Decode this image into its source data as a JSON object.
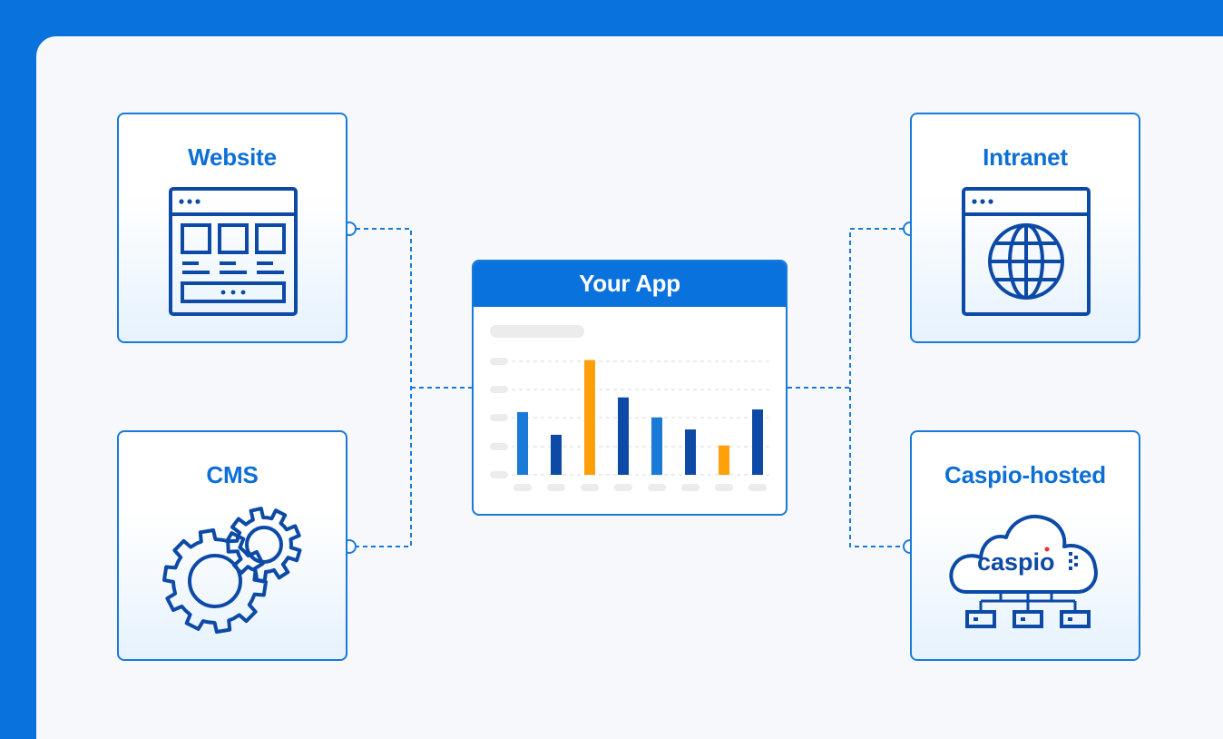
{
  "nodes": {
    "website": {
      "title": "Website",
      "icon": "browser-layout-icon"
    },
    "cms": {
      "title": "CMS",
      "icon": "gears-icon"
    },
    "intranet": {
      "title": "Intranet",
      "icon": "browser-globe-icon"
    },
    "caspio_hosted": {
      "title": "Caspio-hosted",
      "icon": "cloud-network-icon",
      "logo_text": "caspio"
    }
  },
  "app": {
    "title": "Your App"
  },
  "chart_data": {
    "type": "bar",
    "values": [
      0.47,
      0.3,
      0.86,
      0.58,
      0.43,
      0.34,
      0.22,
      0.49
    ],
    "colors": [
      "#1a7ad8",
      "#0c4aa6",
      "#ff9f0a",
      "#0c4aa6",
      "#1a7ad8",
      "#0c4aa6",
      "#ff9f0a",
      "#0c4aa6"
    ]
  },
  "colors": {
    "brand": "#0a72dd",
    "line": "#1a7ad8",
    "dark_bar": "#0c4aa6",
    "accent": "#ff9f0a"
  }
}
